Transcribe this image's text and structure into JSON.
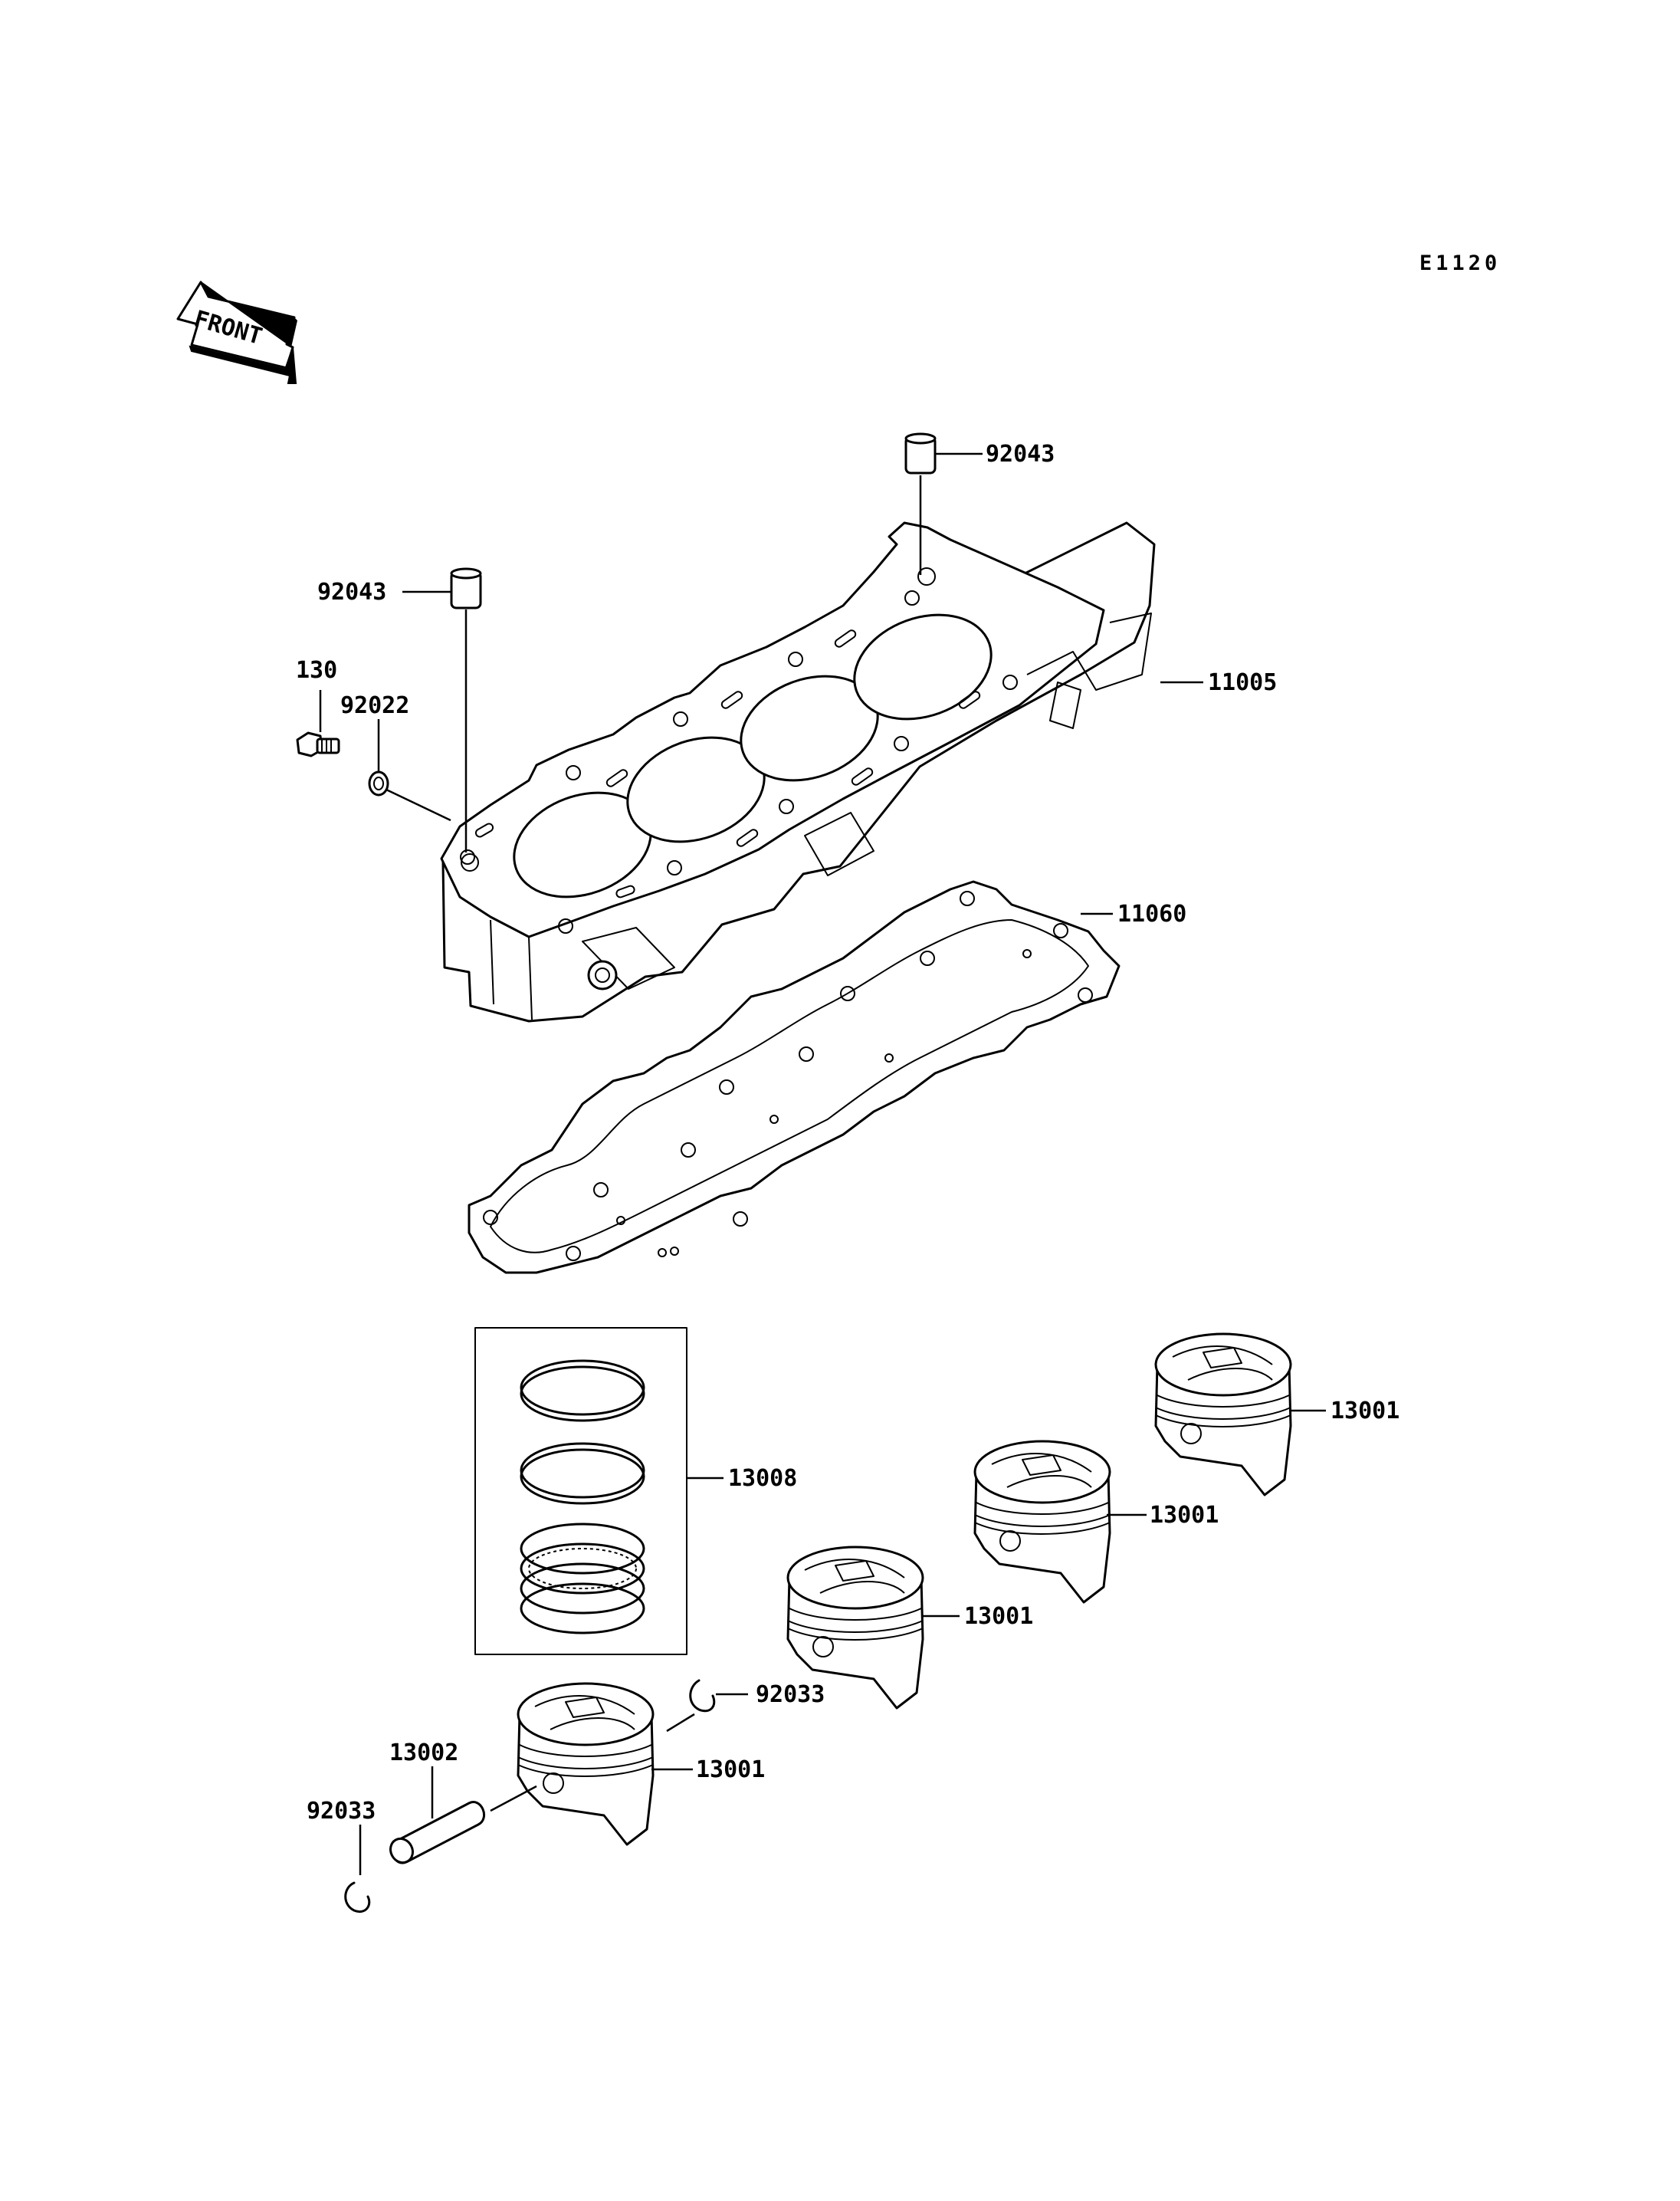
{
  "diagram_code": "E1120",
  "front_label": "FRONT",
  "callouts": {
    "c_92043_top": "92043",
    "c_92043_left": "92043",
    "c_130": "130",
    "c_92022": "92022",
    "c_11005": "11005",
    "c_11060": "11060",
    "c_13008": "13008",
    "c_13001_a": "13001",
    "c_13001_b": "13001",
    "c_13001_c": "13001",
    "c_13001_d": "13001",
    "c_92033_right": "92033",
    "c_13002": "13002",
    "c_92033_left": "92033"
  }
}
